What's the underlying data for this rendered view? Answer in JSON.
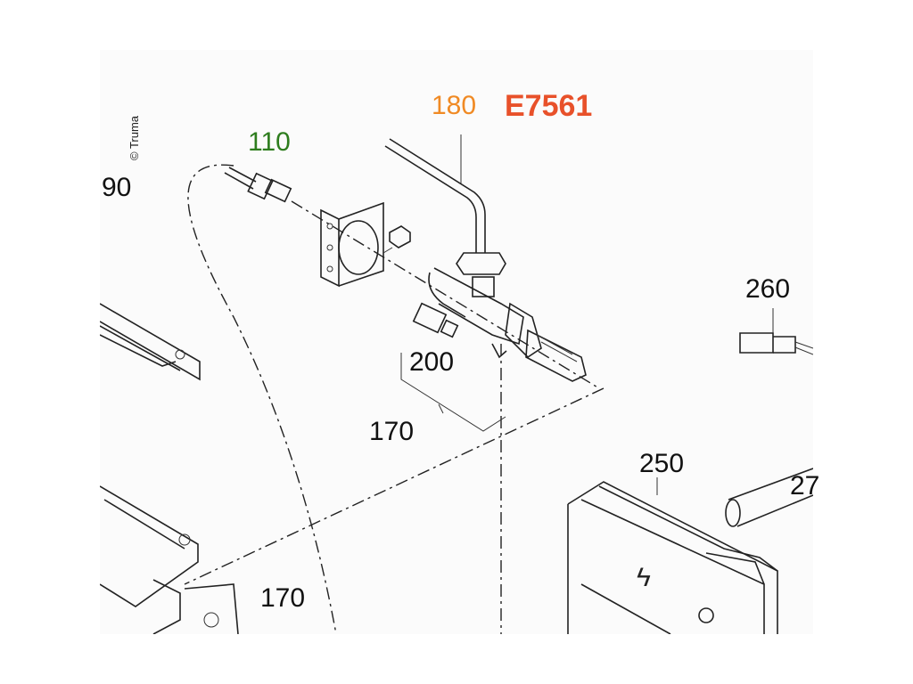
{
  "copyright": "© Truma",
  "highlight": {
    "text": "E7561",
    "color": "#e8512a"
  },
  "callouts": [
    {
      "id": "90",
      "text": "90",
      "color": "#111111"
    },
    {
      "id": "110",
      "text": "110",
      "color": "#2e7d1e"
    },
    {
      "id": "180",
      "text": "180",
      "color": "#f08a24"
    },
    {
      "id": "200",
      "text": "200",
      "color": "#111111"
    },
    {
      "id": "170a",
      "text": "170",
      "color": "#111111"
    },
    {
      "id": "260",
      "text": "260",
      "color": "#111111"
    },
    {
      "id": "250",
      "text": "250",
      "color": "#111111"
    },
    {
      "id": "27x",
      "text": "27",
      "color": "#111111"
    },
    {
      "id": "170b",
      "text": "170",
      "color": "#111111"
    }
  ],
  "icons": [
    "high-voltage-icon"
  ]
}
